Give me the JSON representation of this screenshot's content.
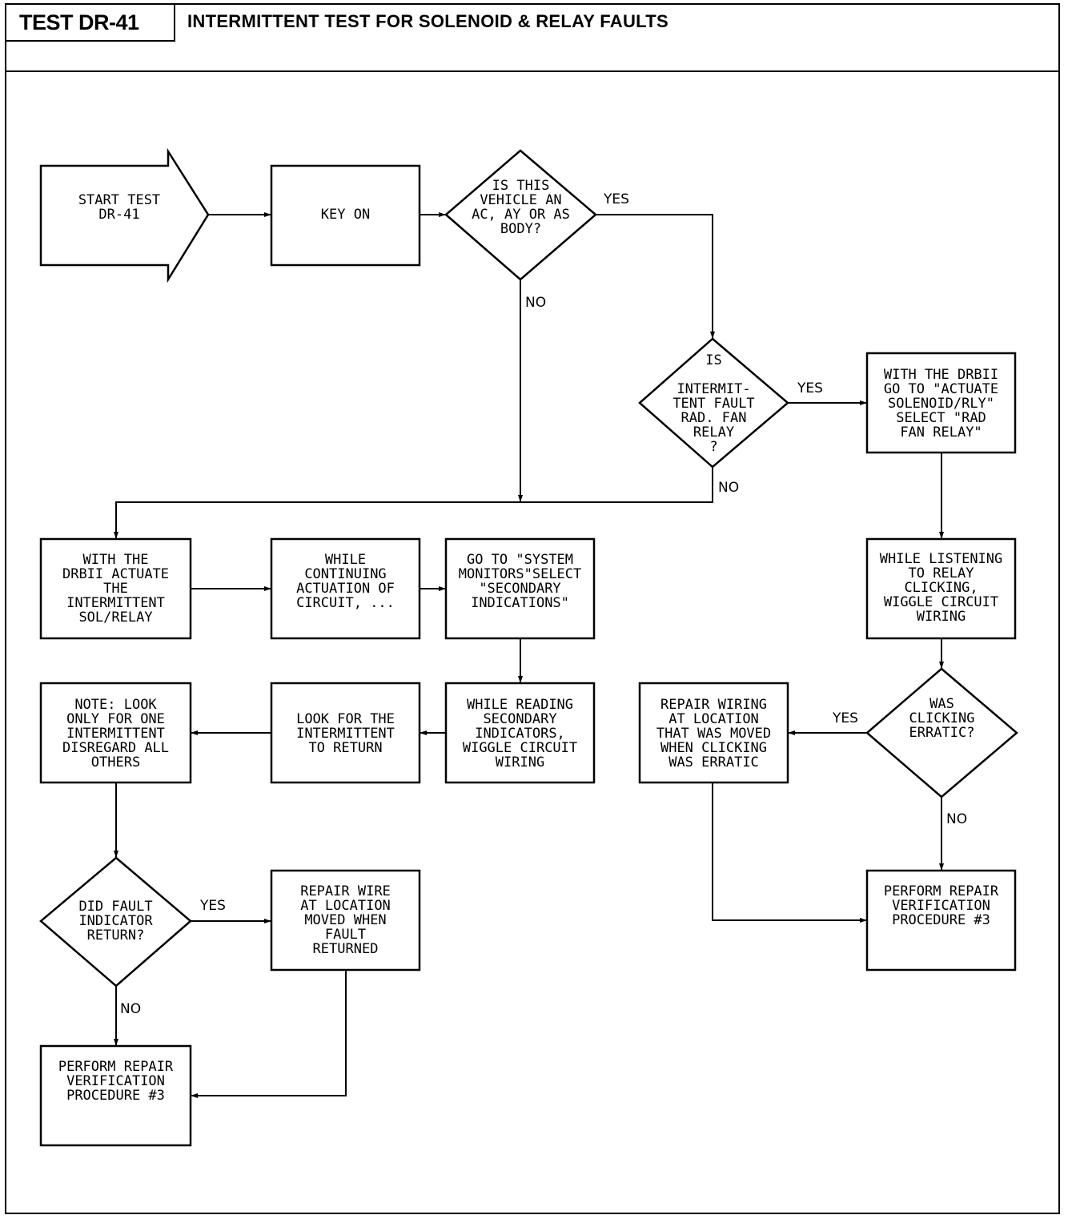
{
  "header": {
    "test_id": "TEST DR-41",
    "title": "INTERMITTENT TEST FOR SOLENOID & RELAY FAULTS"
  },
  "nodes": {
    "start": "START TEST\nDR-41",
    "key_on": "KEY ON",
    "body_question": "IS THIS\nVEHICLE AN\nAC, AY OR AS\nBODY?",
    "rad_fan_question": "IS\n\nINTERMIT-\nTENT FAULT\nRAD. FAN\nRELAY\n?",
    "actuate_rad_fan": "WITH THE DRBII\nGO TO \"ACTUATE\nSOLENOID/RLY\"\nSELECT \"RAD\nFAN RELAY\"",
    "listen_wiggle": "WHILE LISTENING\nTO RELAY\nCLICKING,\nWIGGLE CIRCUIT\nWIRING",
    "clicking_question": "WAS\nCLICKING\nERRATIC?",
    "repair_wiring_clicking": "REPAIR WIRING\nAT LOCATION\nTHAT WAS MOVED\nWHEN CLICKING\nWAS ERRATIC",
    "verify_right": "PERFORM REPAIR\nVERIFICATION\nPROCEDURE #3",
    "actuate_intermittent": "WITH THE\nDRBII ACTUATE\nTHE\nINTERMITTENT\nSOL/RELAY",
    "continue_actuation": "WHILE\nCONTINUING\nACTUATION OF\nCIRCUIT, ...",
    "system_monitors": "GO TO \"SYSTEM\nMONITORS\"SELECT\n\"SECONDARY\nINDICATIONS\"",
    "reading_wiggle": "WHILE READING\nSECONDARY\nINDICATORS,\nWIGGLE CIRCUIT\nWIRING",
    "look_return": "LOOK FOR THE\nINTERMITTENT\nTO RETURN",
    "note_one": "NOTE: LOOK\nONLY FOR ONE\nINTERMITTENT\nDISREGARD ALL\nOTHERS",
    "fault_question": "DID FAULT\nINDICATOR\nRETURN?",
    "repair_wire_fault": "REPAIR WIRE\nAT LOCATION\nMOVED WHEN\nFAULT\nRETURNED",
    "verify_left": "PERFORM REPAIR\nVERIFICATION\nPROCEDURE #3"
  },
  "edge_labels": {
    "body_yes": "YES",
    "body_no": "NO",
    "rad_yes": "YES",
    "rad_no": "NO",
    "clicking_yes": "YES",
    "clicking_no": "NO",
    "fault_yes": "YES",
    "fault_no": "NO"
  }
}
